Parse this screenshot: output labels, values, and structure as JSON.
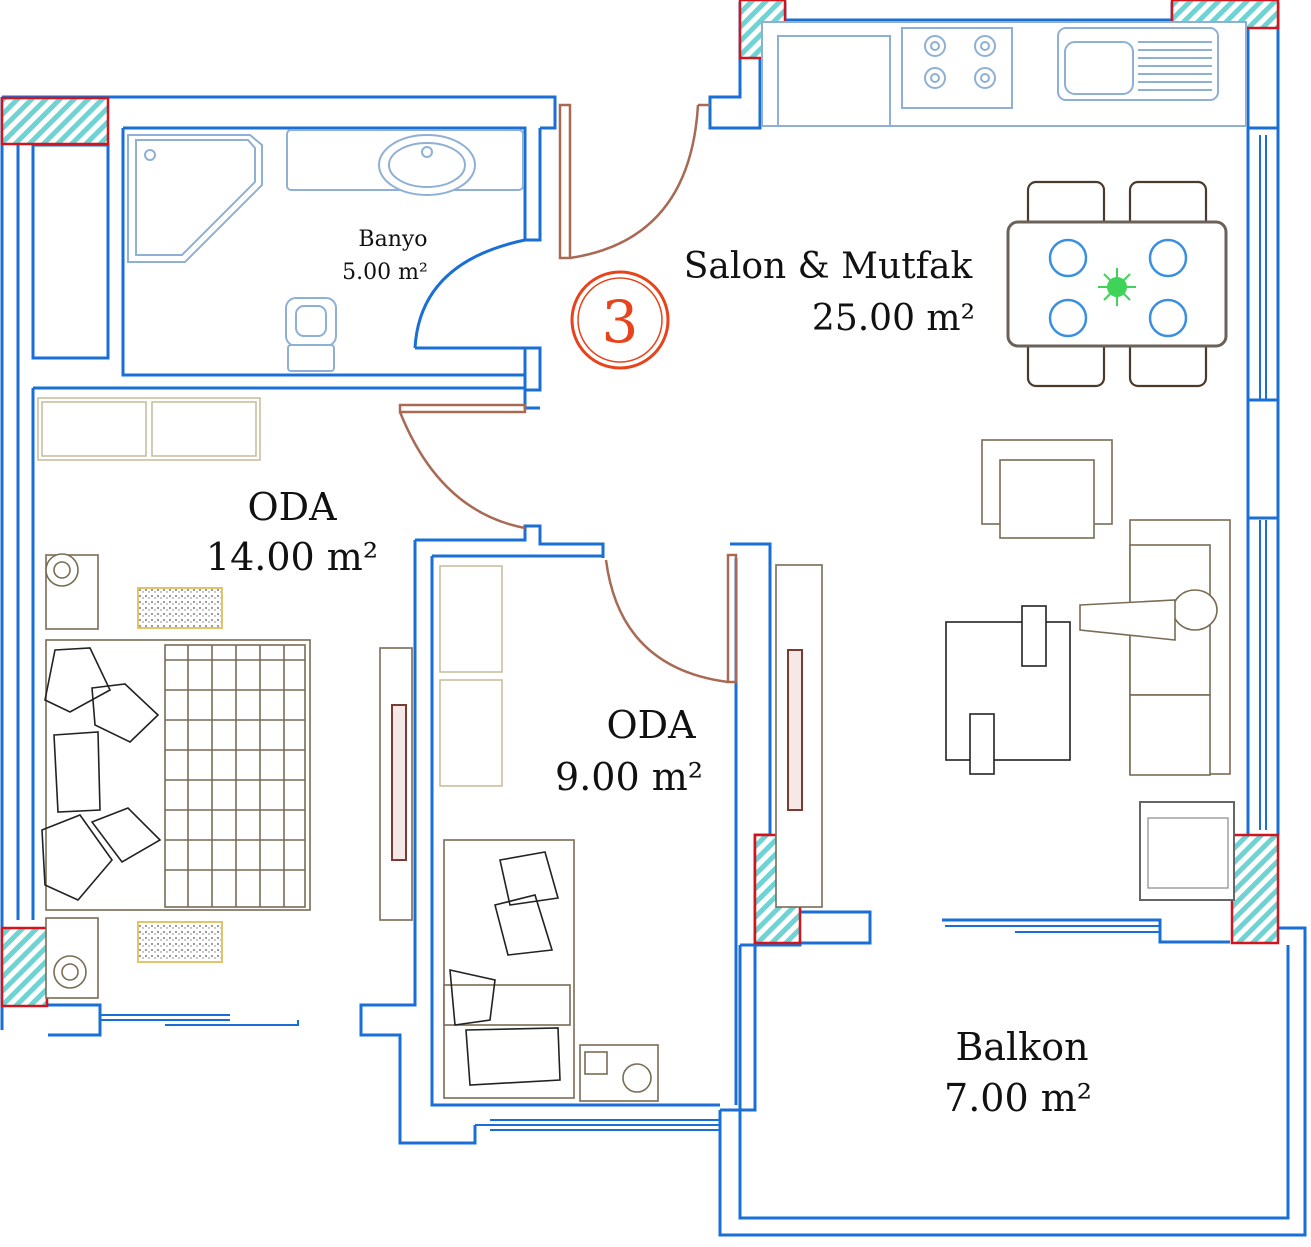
{
  "plan": {
    "unit_number": "3",
    "rooms": [
      {
        "id": "salon",
        "name": "Salon & Mutfak",
        "area": "25.00 m²"
      },
      {
        "id": "banyo",
        "name": "Banyo",
        "area": "5.00 m²"
      },
      {
        "id": "oda1",
        "name": "ODA",
        "area": "14.00 m²"
      },
      {
        "id": "oda2",
        "name": "ODA",
        "area": "9.00 m²"
      },
      {
        "id": "balkon",
        "name": "Balkon",
        "area": "7.00 m²"
      }
    ]
  },
  "colors": {
    "wall": "#1a6fd6",
    "column_border": "#d3141d",
    "column_fill": "#6fd3d3",
    "door": "#a86a54",
    "unit_marker": "#e8431b",
    "furniture": "#7a6c55"
  }
}
